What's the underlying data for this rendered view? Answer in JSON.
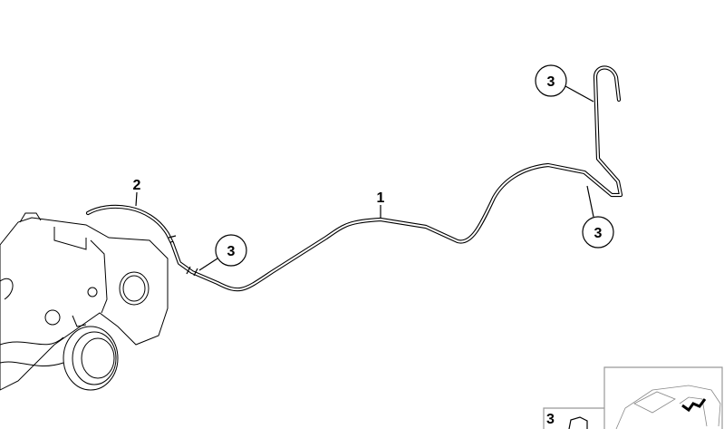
{
  "callouts": [
    {
      "label": "1",
      "circled": false
    },
    {
      "label": "2",
      "circled": false
    },
    {
      "label": "3",
      "circled": true
    },
    {
      "label": "3",
      "circled": true
    },
    {
      "label": "3",
      "circled": true
    }
  ],
  "inset_part": {
    "label": "3"
  },
  "colors": {
    "line": "#000000",
    "background": "#ffffff",
    "highlight": "#000000"
  }
}
